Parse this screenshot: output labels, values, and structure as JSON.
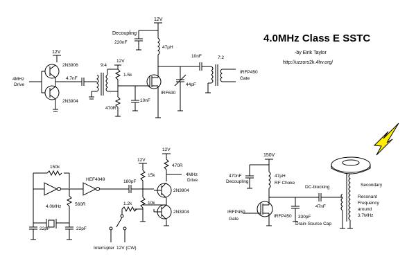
{
  "title": "4.0MHz Class E SSTC",
  "author": "-by Eirik Taylor",
  "url": "http://uzzors2k.4hv.org/",
  "top": {
    "v12_a": "12V",
    "q_pnp": "2N3906",
    "q_npn": "2N3904",
    "drive_in": [
      "4MHz",
      "Drive"
    ],
    "c_coupling": "4.7nF",
    "xfmr_ratio": "9:4",
    "v12_b": "12V",
    "r_1k5": "1.5k",
    "r_470r": "470R",
    "c_10nf_gate": "10nF",
    "mosfet": "IRF630",
    "v12_c": "12V",
    "decoupling": "Decoupling",
    "c_220nf": "220nF",
    "l_47uh": "47µH",
    "c_44pf": "44pF",
    "c_10nf_out": "10nF",
    "out_ratio": "7:2",
    "gate_out": [
      "IRFP450",
      "Gate"
    ]
  },
  "osc": {
    "r_150k": "150k",
    "ic": "HEF4049",
    "crystal": "4.0MHz",
    "r_560r": "560R",
    "c1": "22pF",
    "c2": "22pF",
    "c_180pf": "180pF",
    "v12_a": "12V",
    "r_15k": "15k",
    "r_10k": "10k",
    "r_1k2": "1.2k",
    "v12_b": "12V",
    "r_470r": "470R",
    "drive_out": [
      "4MHz",
      "Drive"
    ],
    "q_top": "2N3904",
    "q_bot": "2N3904",
    "interrupter": "Interrupter",
    "v12_cw": "12V (CW)"
  },
  "power": {
    "v150": "150V",
    "c_470nf": "470nF",
    "decoupling": "Decoupling",
    "l_47uh": "47µH",
    "rf_choke": "RF Choke",
    "mosfet": "IRFP450",
    "gate": [
      "IRFP450",
      "Gate"
    ],
    "dc_blocking": "DC-blocking",
    "c_47nf": "47nF",
    "c_330pf": "330pF",
    "ds_cap": "Drain-Source Cap",
    "secondary": "Secondary",
    "resonance": [
      "Resonant",
      "Frequency",
      "around",
      "3.7MHz"
    ]
  },
  "colors": {
    "wire": "#000000",
    "spark": "#ffee00",
    "spark_outline": "#000000",
    "toroid": "#ffffff"
  }
}
